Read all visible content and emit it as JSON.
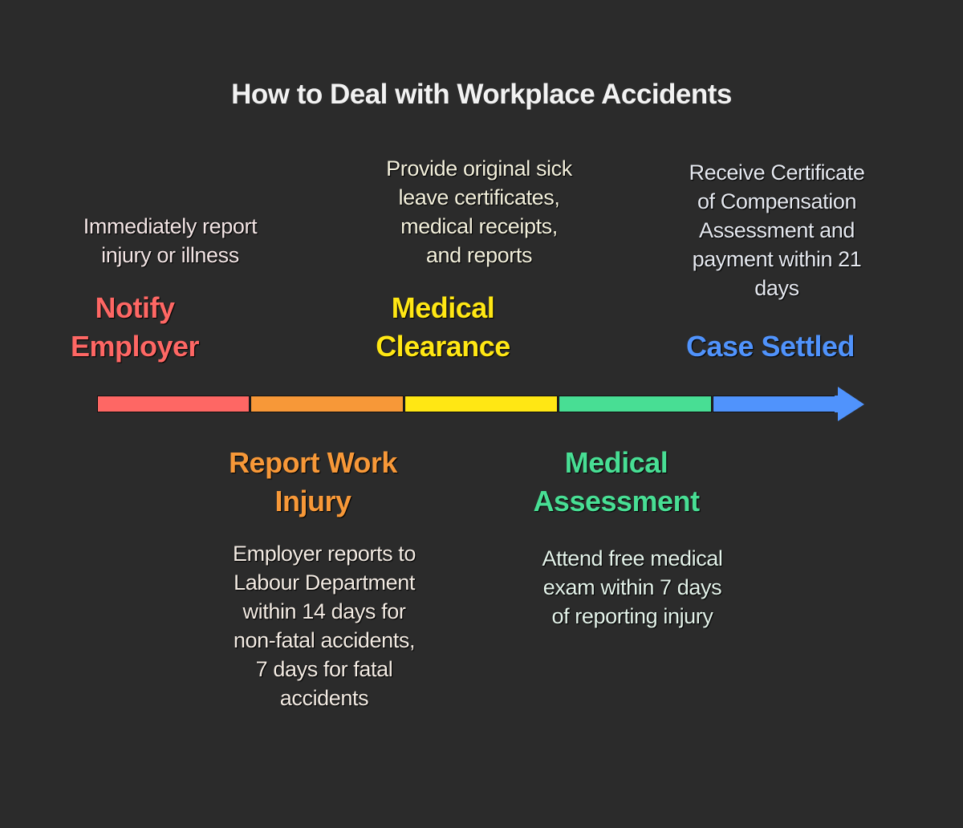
{
  "title": "How to Deal with Workplace Accidents",
  "steps": [
    {
      "label": "Notify Employer",
      "label_lines": [
        "Notify",
        "Employer"
      ],
      "description": "Immediately report injury or illness",
      "desc_lines": [
        "Immediately report",
        "injury or illness"
      ],
      "color": "#fe6764",
      "desc_color": "#f4e6e6",
      "position": "above"
    },
    {
      "label": "Report Work Injury",
      "label_lines": [
        "Report Work",
        "Injury"
      ],
      "description": "Employer reports to Labour Department within 14 days for non-fatal accidents, 7 days for fatal accidents",
      "desc_lines": [
        "Employer reports to",
        "Labour Department",
        "within 14 days for",
        "non-fatal accidents,",
        "7 days for fatal",
        "accidents"
      ],
      "color": "#f79838",
      "desc_color": "#f3ebe3",
      "position": "below"
    },
    {
      "label": "Medical Clearance",
      "label_lines": [
        "Medical",
        "Clearance"
      ],
      "description": "Provide original sick leave certificates, medical receipts, and reports",
      "desc_lines": [
        "Provide original sick",
        "leave certificates,",
        "medical receipts,",
        "and reports"
      ],
      "color": "#ffe714",
      "desc_color": "#f3f0dc",
      "position": "above"
    },
    {
      "label": "Medical Assessment",
      "label_lines": [
        "Medical",
        "Assessment"
      ],
      "description": "Attend free medical exam within 7 days of reporting injury",
      "desc_lines": [
        "Attend free medical",
        "exam within 7 days",
        "of reporting injury"
      ],
      "color": "#48de94",
      "desc_color": "#e4f3ea",
      "position": "below"
    },
    {
      "label": "Case Settled",
      "label_lines": [
        "Case Settled"
      ],
      "description": "Receive Certificate of Compensation Assessment and payment within 21 days",
      "desc_lines": [
        "Receive Certificate",
        "of Compensation",
        "Assessment and",
        "payment within 21",
        "days"
      ],
      "color": "#5093fc",
      "desc_color": "#e6e9f0",
      "position": "above"
    }
  ]
}
